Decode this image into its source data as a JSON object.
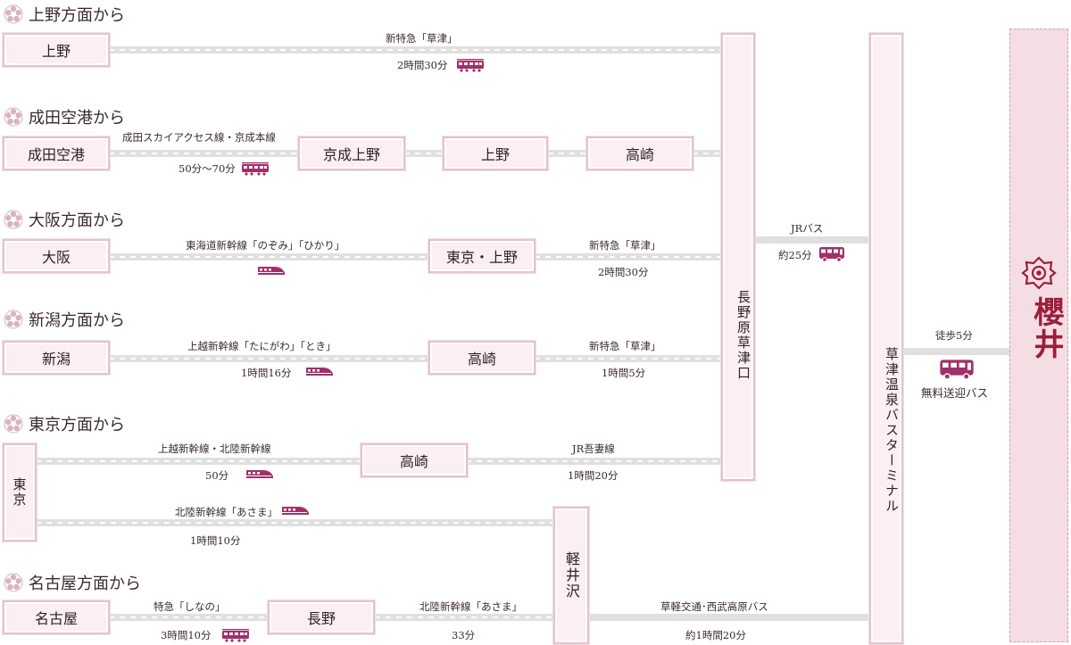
{
  "sections": {
    "ueno": "上野方面から",
    "narita": "成田空港から",
    "osaka": "大阪方面から",
    "niigata": "新潟方面から",
    "tokyo": "東京方面から",
    "nagoya": "名古屋方面から"
  },
  "stations": {
    "ueno1": "上野",
    "narita": "成田空港",
    "keisei_ueno": "京成上野",
    "ueno2": "上野",
    "takasaki1": "高崎",
    "osaka": "大阪",
    "tokyo_ueno": "東京・上野",
    "niigata": "新潟",
    "takasaki2": "高崎",
    "tokyo": "東京",
    "takasaki3": "高崎",
    "karuizawa": "軽井沢",
    "nagoya": "名古屋",
    "nagano": "長野",
    "naganohara": "長野原草津口",
    "kusatsu_terminal": "草津温泉バスターミナル"
  },
  "routes": {
    "ueno_train": "新特急「草津」",
    "ueno_time": "2時間30分",
    "narita_train": "成田スカイアクセス線・京成本線",
    "narita_time": "50分〜70分",
    "osaka_train": "東海道新幹線「のぞみ」「ひかり」",
    "osaka_kusatsu_train": "新特急「草津」",
    "osaka_kusatsu_time": "2時間30分",
    "niigata_train": "上越新幹線「たにがわ」「とき」",
    "niigata_time": "1時間16分",
    "niigata_kusatsu_train": "新特急「草津」",
    "niigata_kusatsu_time": "1時間5分",
    "tokyo_train": "上越新幹線・北陸新幹線",
    "tokyo_time": "50分",
    "agatsuma_train": "JR吾妻線",
    "agatsuma_time": "1時間20分",
    "hokuriku_train": "北陸新幹線「あさま」",
    "hokuriku_time": "1時間10分",
    "nagoya_train": "特急「しなの」",
    "nagoya_time": "3時間10分",
    "nagano_train": "北陸新幹線「あさま」",
    "nagano_time": "33分",
    "kusakaru_bus": "草軽交通･西武高原バス",
    "kusakaru_time": "約1時間20分",
    "jr_bus": "JRバス",
    "jr_bus_time": "約25分",
    "walk": "徒歩5分",
    "shuttle": "無料送迎バス"
  },
  "destination": {
    "name": "櫻井"
  },
  "colors": {
    "accent": "#9b1e3c",
    "icon": "#a0306a",
    "box_bg": "#fbeff2",
    "box_border": "#e3c3cd",
    "line": "#e0e0e0"
  }
}
